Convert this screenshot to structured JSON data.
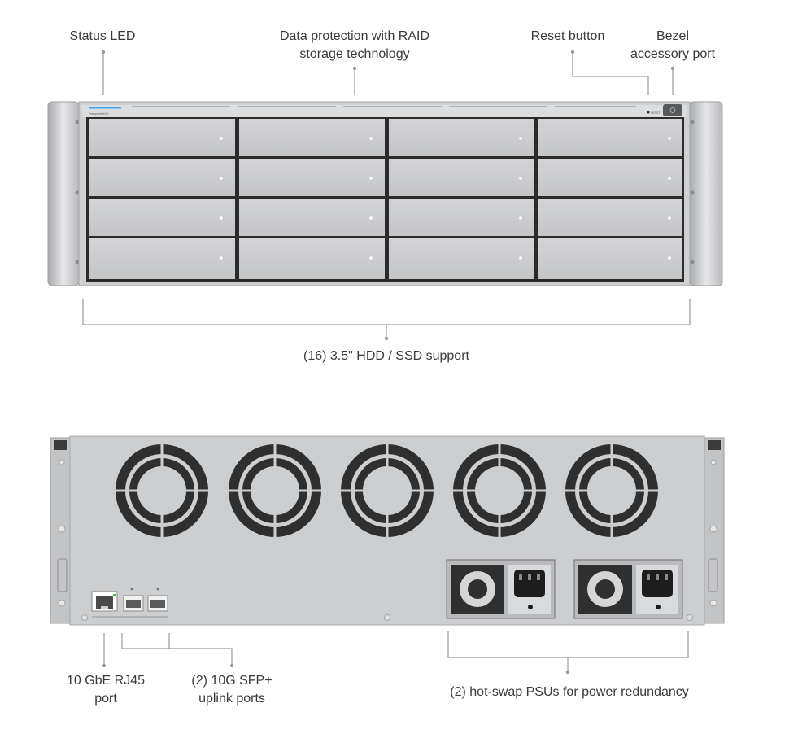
{
  "front": {
    "status_led": "Status LED",
    "raid_line1": "Data protection with RAID",
    "raid_line2": "storage technology",
    "reset": "Reset button",
    "bezel_line1": "Bezel",
    "bezel_line2": "accessory port",
    "drives": "(16) 3.5\" HDD / SSD support",
    "model_text": "Enterprise NVR",
    "reset_text": "RESET"
  },
  "rear": {
    "rj45_line1": "10 GbE RJ45",
    "rj45_line2": "port",
    "sfp_line1": "(2) 10G SFP+",
    "sfp_line2": "uplink ports",
    "psu": "(2) hot-swap PSUs for power redundancy"
  },
  "colors": {
    "chassis": "#cfd0d2",
    "bay": "#c9cacc",
    "bay_gap": "#2b2b2b",
    "led": "#3ea3f5",
    "callout": "#9a9a9a"
  }
}
